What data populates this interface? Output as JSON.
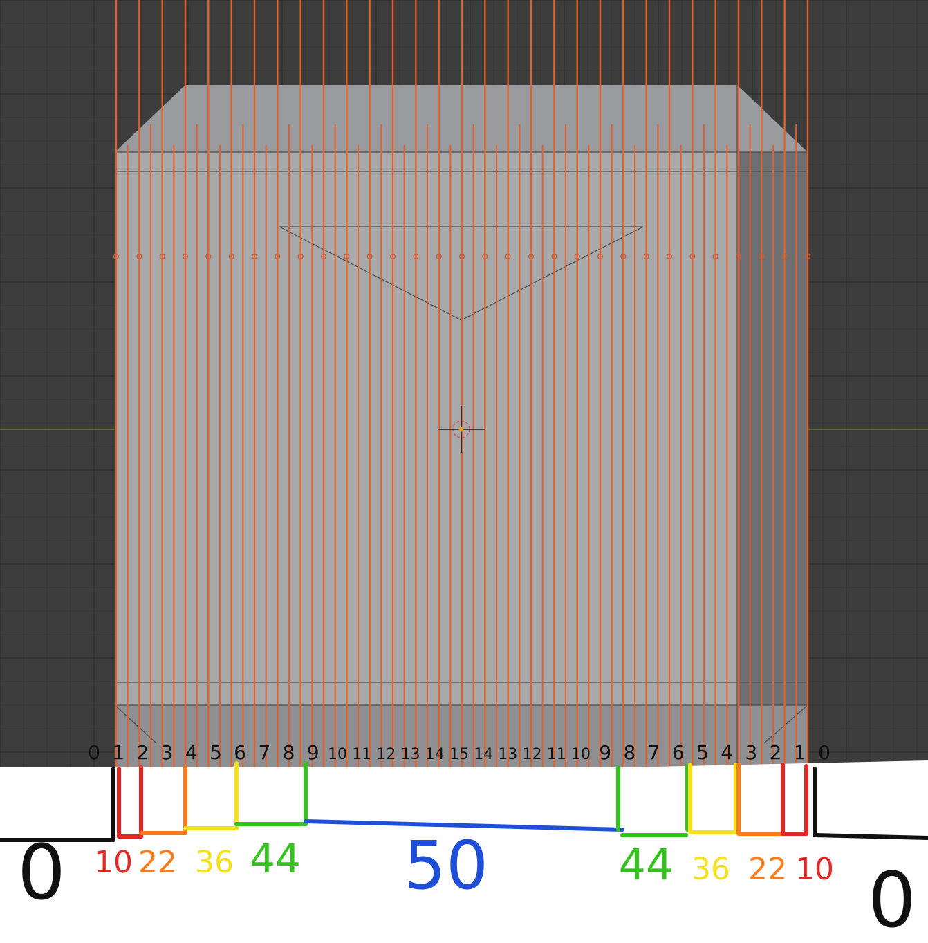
{
  "colors": {
    "viewport_bg": "#3d3d3d",
    "grid_minor": "#353535",
    "grid_major": "#2c2c2c",
    "mesh_face": "#a8a9ab",
    "mesh_side": "#6e6f72",
    "mesh_top": "#9a9b9e",
    "edge_line": "#4a4a4a",
    "cut_line": "#e0622a",
    "axis_x": "#7f9a2a",
    "axis_y": "#3f7fbf",
    "paper": "#ffffff",
    "ink": "#111111",
    "depth_colors": [
      "#e32626",
      "#ff7a1a",
      "#f5e01a",
      "#34c21f"
    ],
    "center_color": "#1f4fd6"
  },
  "top_labels": {
    "left": [
      "0",
      "1",
      "2",
      "3",
      "4",
      "5",
      "6",
      "7",
      "8",
      "9",
      "10",
      "11",
      "12",
      "13",
      "14",
      "15"
    ],
    "right": [
      "14",
      "13",
      "12",
      "11",
      "10",
      "9",
      "8",
      "7",
      "6",
      "5",
      "4",
      "3",
      "2",
      "1",
      "0"
    ]
  },
  "depth_labels": {
    "left": [
      {
        "text": "10",
        "level": 0
      },
      {
        "text": "22",
        "level": 1
      },
      {
        "text": "36",
        "level": 2
      },
      {
        "text": "44",
        "level": 3
      }
    ],
    "center": {
      "text": "50"
    },
    "right": [
      {
        "text": "44",
        "level": 3
      },
      {
        "text": "36",
        "level": 2
      },
      {
        "text": "22",
        "level": 1
      },
      {
        "text": "10",
        "level": 0
      }
    ],
    "end_left": "0",
    "end_right": "0"
  }
}
